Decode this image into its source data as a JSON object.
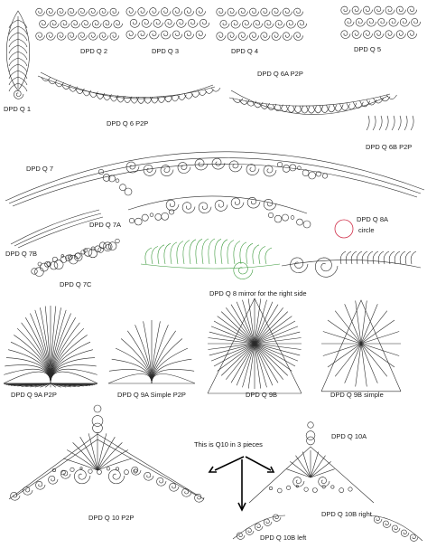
{
  "labels": {
    "q1": "DPD Q 1",
    "q2": "DPD Q 2",
    "q3": "DPD Q 3",
    "q4": "DPD Q 4",
    "q5": "DPD Q 5",
    "q6a": "DPD Q 6A P2P",
    "q6": "DPD Q 6 P2P",
    "q6b": "DPD Q 6B P2P",
    "q7": "DPD Q 7",
    "q7a": "DPD Q 7A",
    "q7b": "DPD Q 7B",
    "q7c": "DPD Q 7C",
    "q8a": "DPD Q 8A",
    "q8a_sub": "circle",
    "q8": "DPD Q 8  mirror for the right side",
    "q9a": "DPD Q 9A P2P",
    "q9a_simple": "DPD Q 9A Simple P2P",
    "q9b": "DPD Q 9B",
    "q9b_simple": "DPD Q 9B simple",
    "q10": "DPD Q 10 P2P",
    "q10a": "DPD Q 10A",
    "q10b_right": "DPD Q 10B right",
    "q10b_left": "DPD Q 10B left",
    "note": "This is Q10 in 3 pieces"
  },
  "colors": {
    "line": "#2a2a2a",
    "accent_green": "#3c9a3c",
    "accent_red": "#d0304a"
  }
}
